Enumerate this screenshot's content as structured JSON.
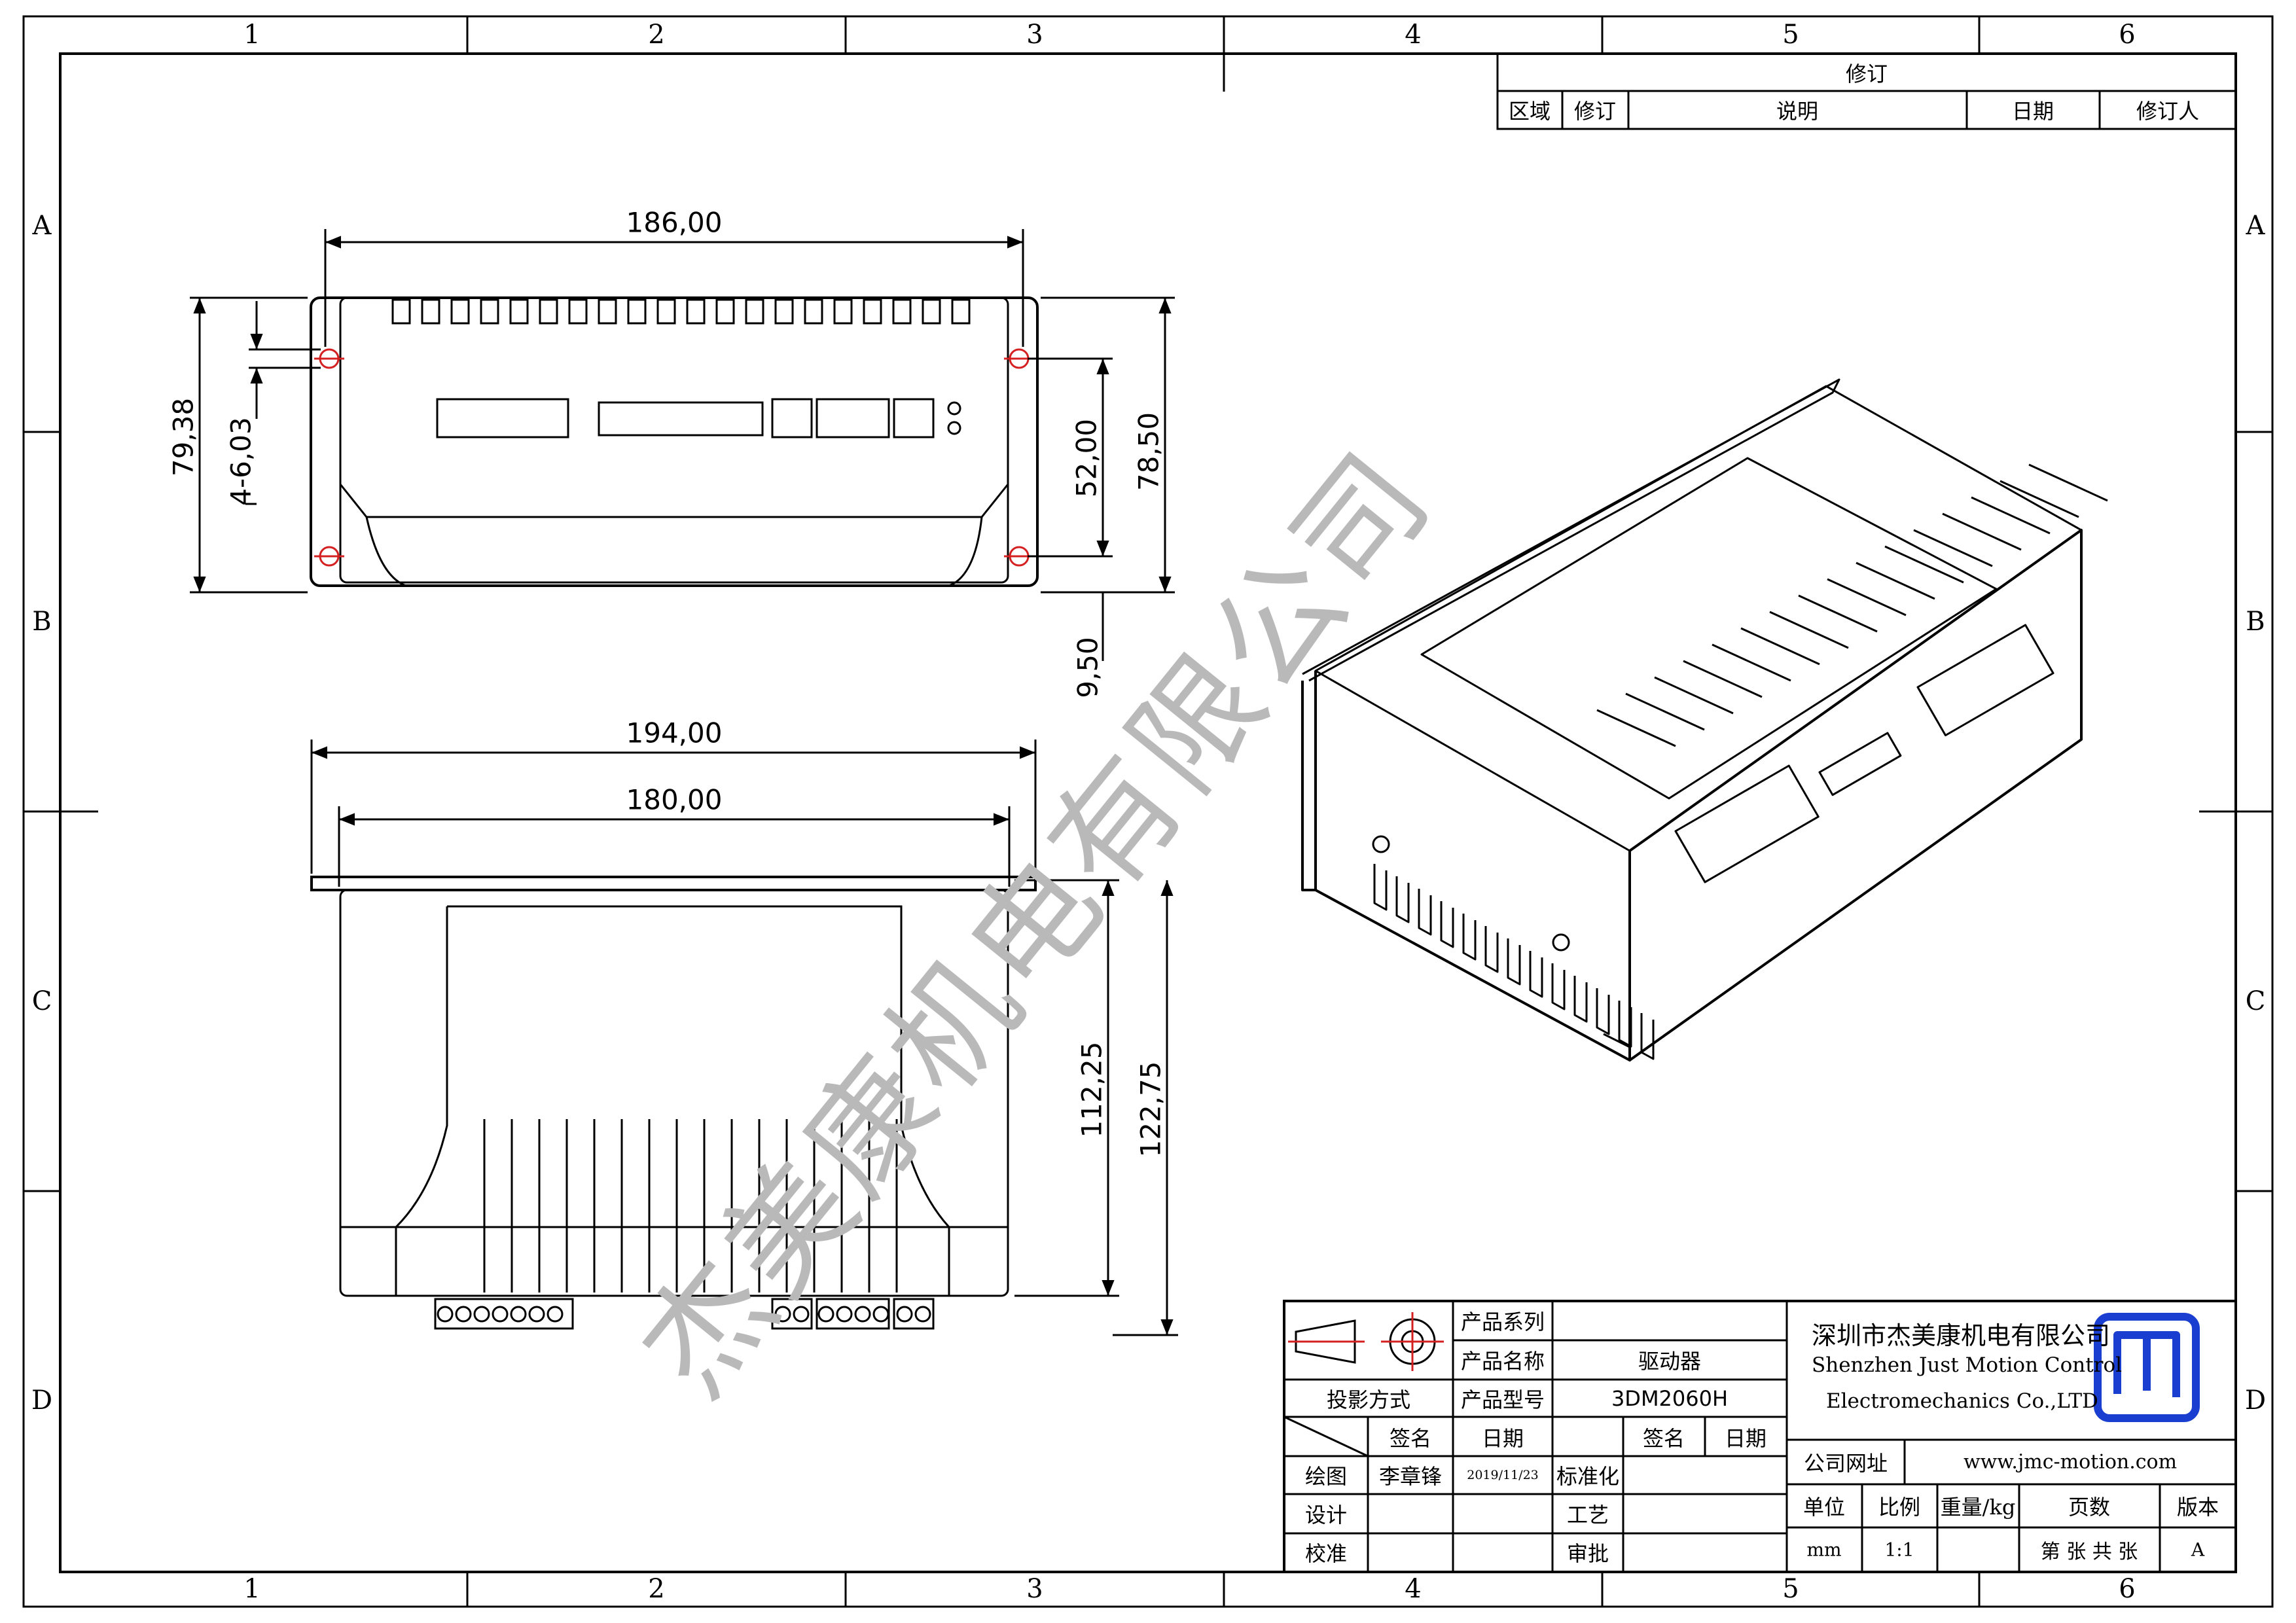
{
  "border": {
    "columns": [
      "1",
      "2",
      "3",
      "4",
      "5",
      "6"
    ],
    "rows": [
      "A",
      "B",
      "C",
      "D"
    ]
  },
  "revision_table": {
    "title": "修订",
    "headers": [
      "区域",
      "修订",
      "说明",
      "日期",
      "修订人"
    ]
  },
  "dimensions": {
    "top_width": "186,00",
    "top_height": "79,38",
    "hole_spec": "4-6,03",
    "hole_spacing": "52,00",
    "body_height": "78,50",
    "offset": "9,50",
    "front_outer_width": "194,00",
    "front_inner_width": "180,00",
    "front_inner_height": "112,25",
    "front_total_height": "122,75"
  },
  "watermark": "杰美康机电有限公司",
  "title_block": {
    "projection_label": "投影方式",
    "product_series_label": "产品系列",
    "product_series_value": "",
    "product_name_label": "产品名称",
    "product_name_value": "驱动器",
    "product_model_label": "产品型号",
    "product_model_value": "3DM2060H",
    "sign_label": "签名",
    "date_label": "日期",
    "sign_label_2": "签名",
    "date_label_2": "日期",
    "draw_label": "绘图",
    "draw_name": "李章锋",
    "draw_date": "2019/11/23",
    "design_label": "设计",
    "check_label": "校准",
    "standard_label": "标准化",
    "process_label": "工艺",
    "approve_label": "审批",
    "company_cn": "深圳市杰美康机电有限公司",
    "company_en_1": "Shenzhen Just Motion Control",
    "company_en_2": "Electromechanics Co.,LTD",
    "website_label": "公司网址",
    "website": "www.jmc-motion.com",
    "unit_label": "单位",
    "unit_value": "mm",
    "scale_label": "比例",
    "scale_value": "1:1",
    "weight_label": "重量/kg",
    "weight_value": "",
    "pages_label": "页数",
    "pages_value": "第 张 共 张",
    "version_label": "版本",
    "version_value": "A",
    "logo_color": "#1a3fd0"
  }
}
